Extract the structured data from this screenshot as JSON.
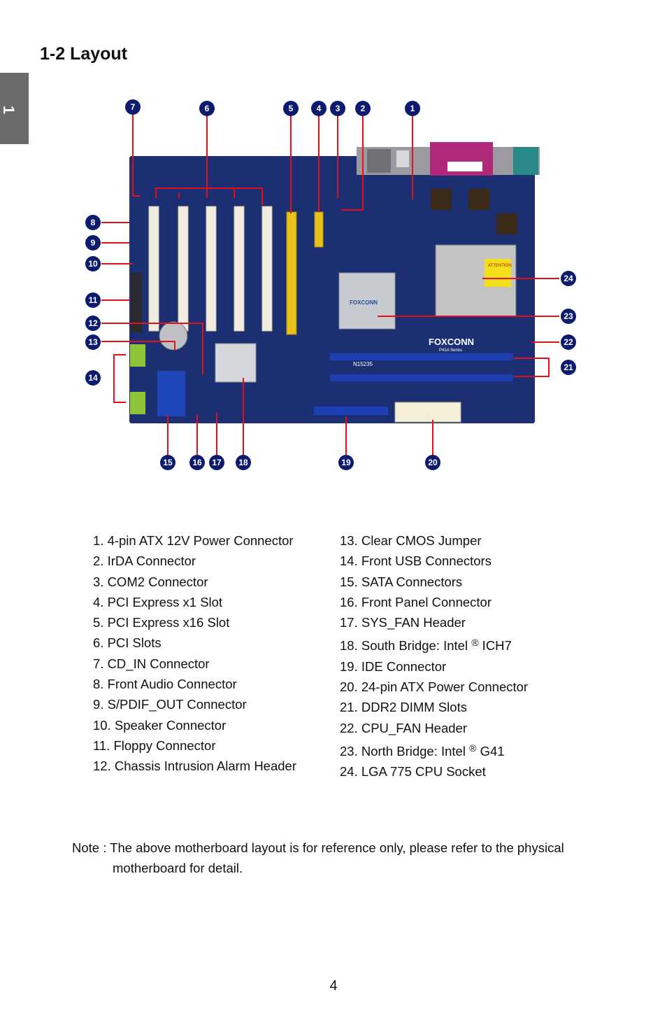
{
  "side_tab": "1",
  "title": "1-2 Layout",
  "board": {
    "brand": "FOXCONN",
    "model": "P41A Series",
    "attention": "ATTENTION",
    "sticker": "N15235"
  },
  "callouts": [
    "1",
    "2",
    "3",
    "4",
    "5",
    "6",
    "7",
    "8",
    "9",
    "10",
    "11",
    "12",
    "13",
    "14",
    "15",
    "16",
    "17",
    "18",
    "19",
    "20",
    "21",
    "22",
    "23",
    "24"
  ],
  "legend_left": [
    "1. 4-pin ATX 12V Power Connector",
    "2. IrDA Connector",
    "3. COM2 Connector",
    "4. PCI Express x1 Slot",
    "5. PCI Express x16 Slot",
    "6. PCI Slots",
    "7. CD_IN Connector",
    "8. Front Audio Connector",
    "9. S/PDIF_OUT Connector",
    "10. Speaker Connector",
    "11. Floppy Connector",
    "12. Chassis Intrusion Alarm Header"
  ],
  "legend_right": [
    "13. Clear CMOS Jumper",
    "14.  Front USB Connectors",
    "15. SATA Connectors",
    "16. Front Panel Connector",
    "17. SYS_FAN Header",
    {
      "pre": "18. South Bridge: Intel ",
      "sup": "®",
      "post": " ICH7"
    },
    "19. IDE Connector",
    "20. 24-pin ATX Power Connector",
    "21. DDR2 DIMM Slots",
    "22. CPU_FAN Header",
    {
      "pre": "23. North Bridge: Intel ",
      "sup": "®",
      "post": " G41"
    },
    "24. LGA 775 CPU Socket"
  ],
  "note_line1": "Note : The above motherboard layout is for reference only, please refer to the physical",
  "note_line2": "motherboard for detail.",
  "page_number": "4",
  "colors": {
    "pcb": "#1c2f73",
    "callout_fill": "#0d1b6e",
    "leader": "#e3101a",
    "pci_slot": "#f2ede0",
    "pcie_slot": "#e8c21a",
    "dimm": "#1e3fb0",
    "side_tab": "#6a6a6a"
  }
}
